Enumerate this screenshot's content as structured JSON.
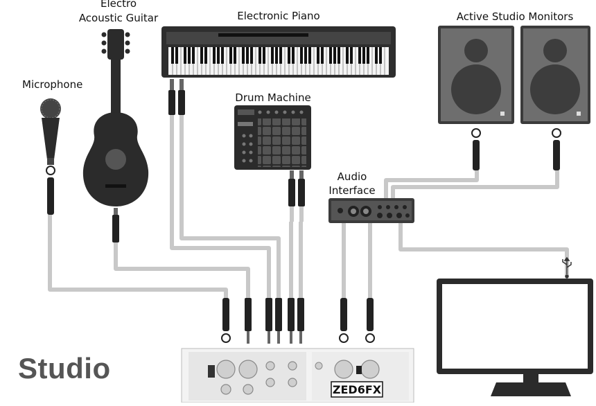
{
  "labels": {
    "guitar_line1": "Electro",
    "guitar_line2": "Acoustic Guitar",
    "piano": "Electronic Piano",
    "monitors": "Active Studio Monitors",
    "microphone": "Microphone",
    "drum_machine": "Drum Machine",
    "audio_interface_line1": "Audio",
    "audio_interface_line2": "Interface"
  },
  "title": "Studio",
  "mixer": {
    "brand": "ZED6FX"
  },
  "icons": {
    "usb": "usb-icon",
    "xlr": "xlr-connector-icon",
    "jack": "jack-plug-icon"
  },
  "colors": {
    "cable": "#c8c8c8",
    "device": "#3a3a3a",
    "title": "#555555"
  }
}
